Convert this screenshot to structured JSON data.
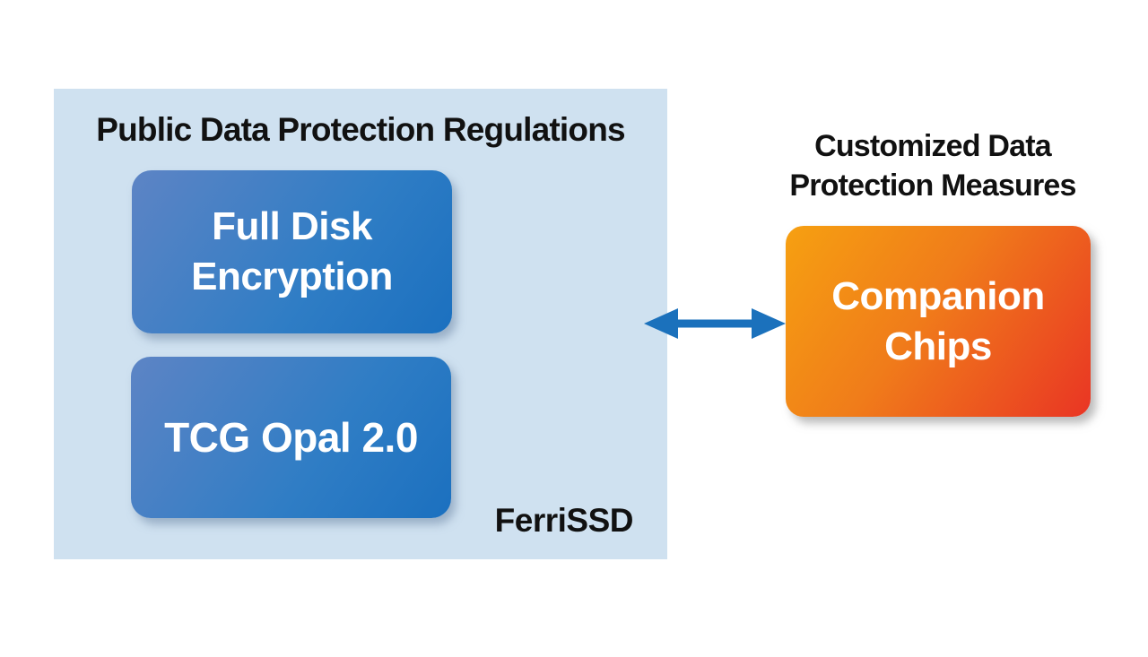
{
  "colors": {
    "panel-bg": "#cfe1f0",
    "box-blue-start": "#5d84c5",
    "box-blue-end": "#1b70bf",
    "box-orange-start": "#f6a011",
    "box-orange-end": "#e93524",
    "arrow-blue": "#1b71bc",
    "heading-text": "#111111",
    "box-text": "#ffffff"
  },
  "left_panel": {
    "title": "Public Data Protection Regulations",
    "boxes": [
      {
        "lines": [
          "Full Disk",
          "Encryption"
        ]
      },
      {
        "lines": [
          "TCG Opal 2.0"
        ]
      }
    ],
    "footer_label": "FerriSSD"
  },
  "right_section": {
    "heading_lines": [
      "Customized Data",
      "Protection Measures"
    ],
    "box": {
      "lines": [
        "Companion",
        "Chips"
      ]
    }
  },
  "connector": {
    "type": "double-headed-arrow"
  }
}
